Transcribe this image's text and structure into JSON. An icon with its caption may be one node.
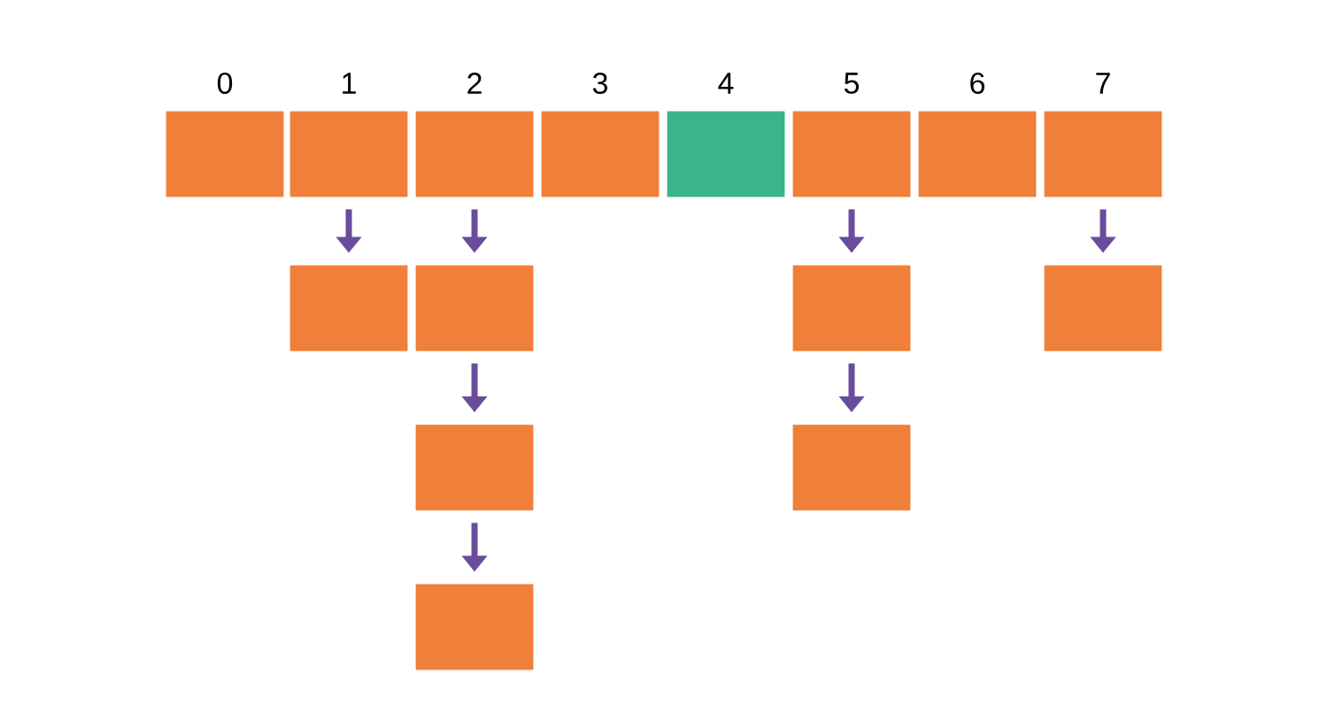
{
  "diagram": {
    "nodes": [
      {
        "text": [],
        "shape": "box"
      },
      {
        "text": [],
        "shape": "box"
      },
      {
        "text": [],
        "shape": "box"
      },
      {
        "text": [],
        "shape": "box"
      },
      {
        "text": [],
        "shape": "box"
      },
      {
        "text": [],
        "shape": "box"
      },
      {
        "text": [],
        "shape": "box"
      },
      {
        "text": [],
        "shape": "box"
      },
      {
        "text": [],
        "shape": "box"
      },
      {
        "text": [],
        "shape": "box"
      },
      {
        "text": [],
        "shape": "box"
      },
      {
        "text": [],
        "shape": "box"
      },
      {
        "text": [],
        "shape": "box"
      },
      {
        "text": [],
        "shape": "box"
      },
      {
        "text": [],
        "shape": "box"
      }
    ],
    "edges": [
      {
        "from": 1,
        "to": 8,
        "arrow": "to"
      },
      {
        "from": 2,
        "to": 9,
        "arrow": "to"
      },
      {
        "from": 5,
        "to": 10,
        "arrow": "to"
      },
      {
        "from": 7,
        "to": 11,
        "arrow": "to"
      },
      {
        "from": 9,
        "to": 12,
        "arrow": "to"
      },
      {
        "from": 10,
        "to": 13,
        "arrow": "to"
      },
      {
        "from": 12,
        "to": 14,
        "arrow": "to"
      }
    ],
    "labels": [
      "0",
      "1",
      "2",
      "3",
      "4",
      "5",
      "6",
      "7"
    ]
  }
}
